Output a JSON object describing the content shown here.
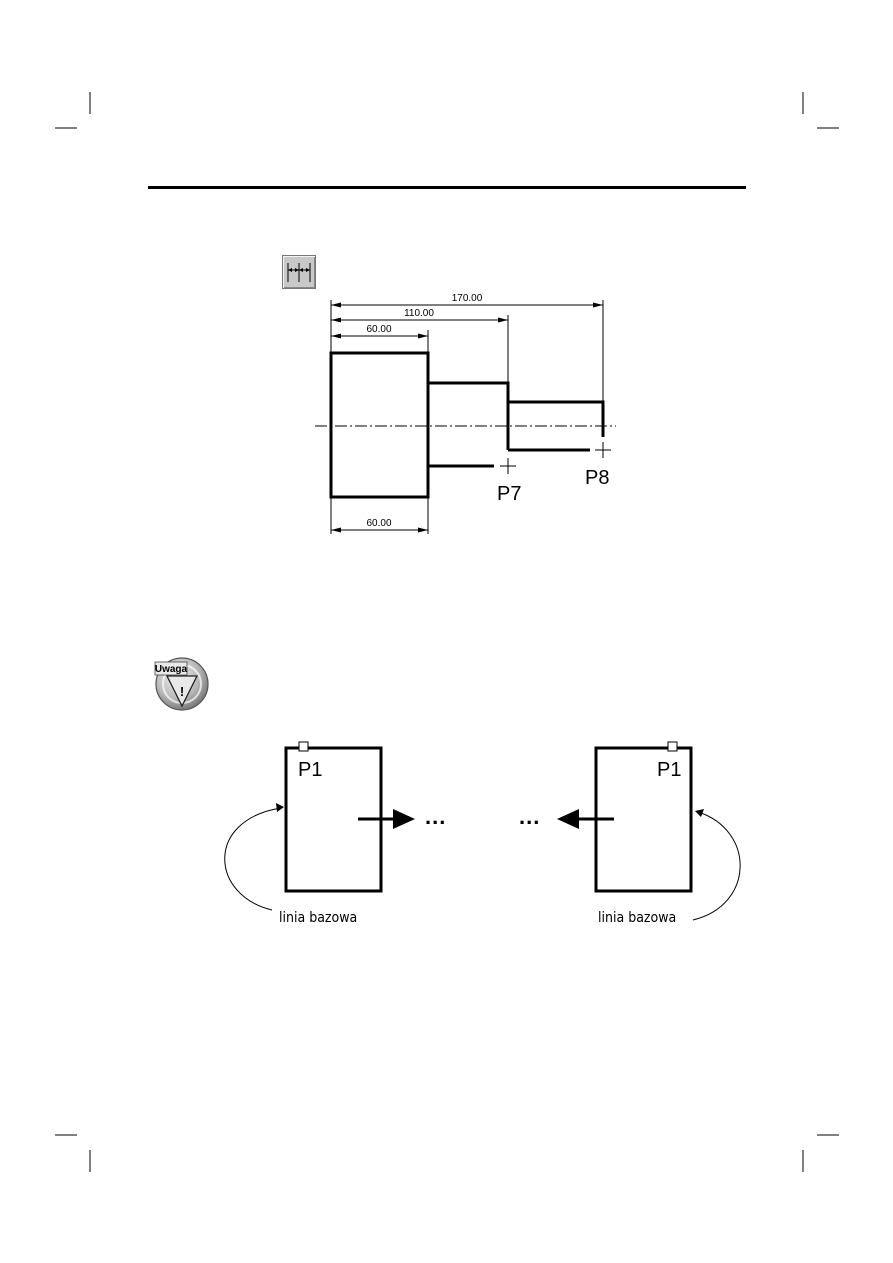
{
  "icons": {
    "dimension_tool": "aligned-dimension-icon",
    "note": "note-warning-icon"
  },
  "note_badge": {
    "label": "Uwaga",
    "mark": "!"
  },
  "part_drawing": {
    "dimensions": {
      "d60_top": "60.00",
      "d110": "110.00",
      "d170": "170.00",
      "d60_bottom": "60.00"
    },
    "points": {
      "p7": "P7",
      "p8": "P8"
    }
  },
  "baseline_diagram": {
    "left": {
      "point": "P1",
      "baseline_label": "linia bazowa",
      "ellipsis": "..."
    },
    "right": {
      "point": "P1",
      "baseline_label": "linia bazowa",
      "ellipsis": "..."
    }
  }
}
